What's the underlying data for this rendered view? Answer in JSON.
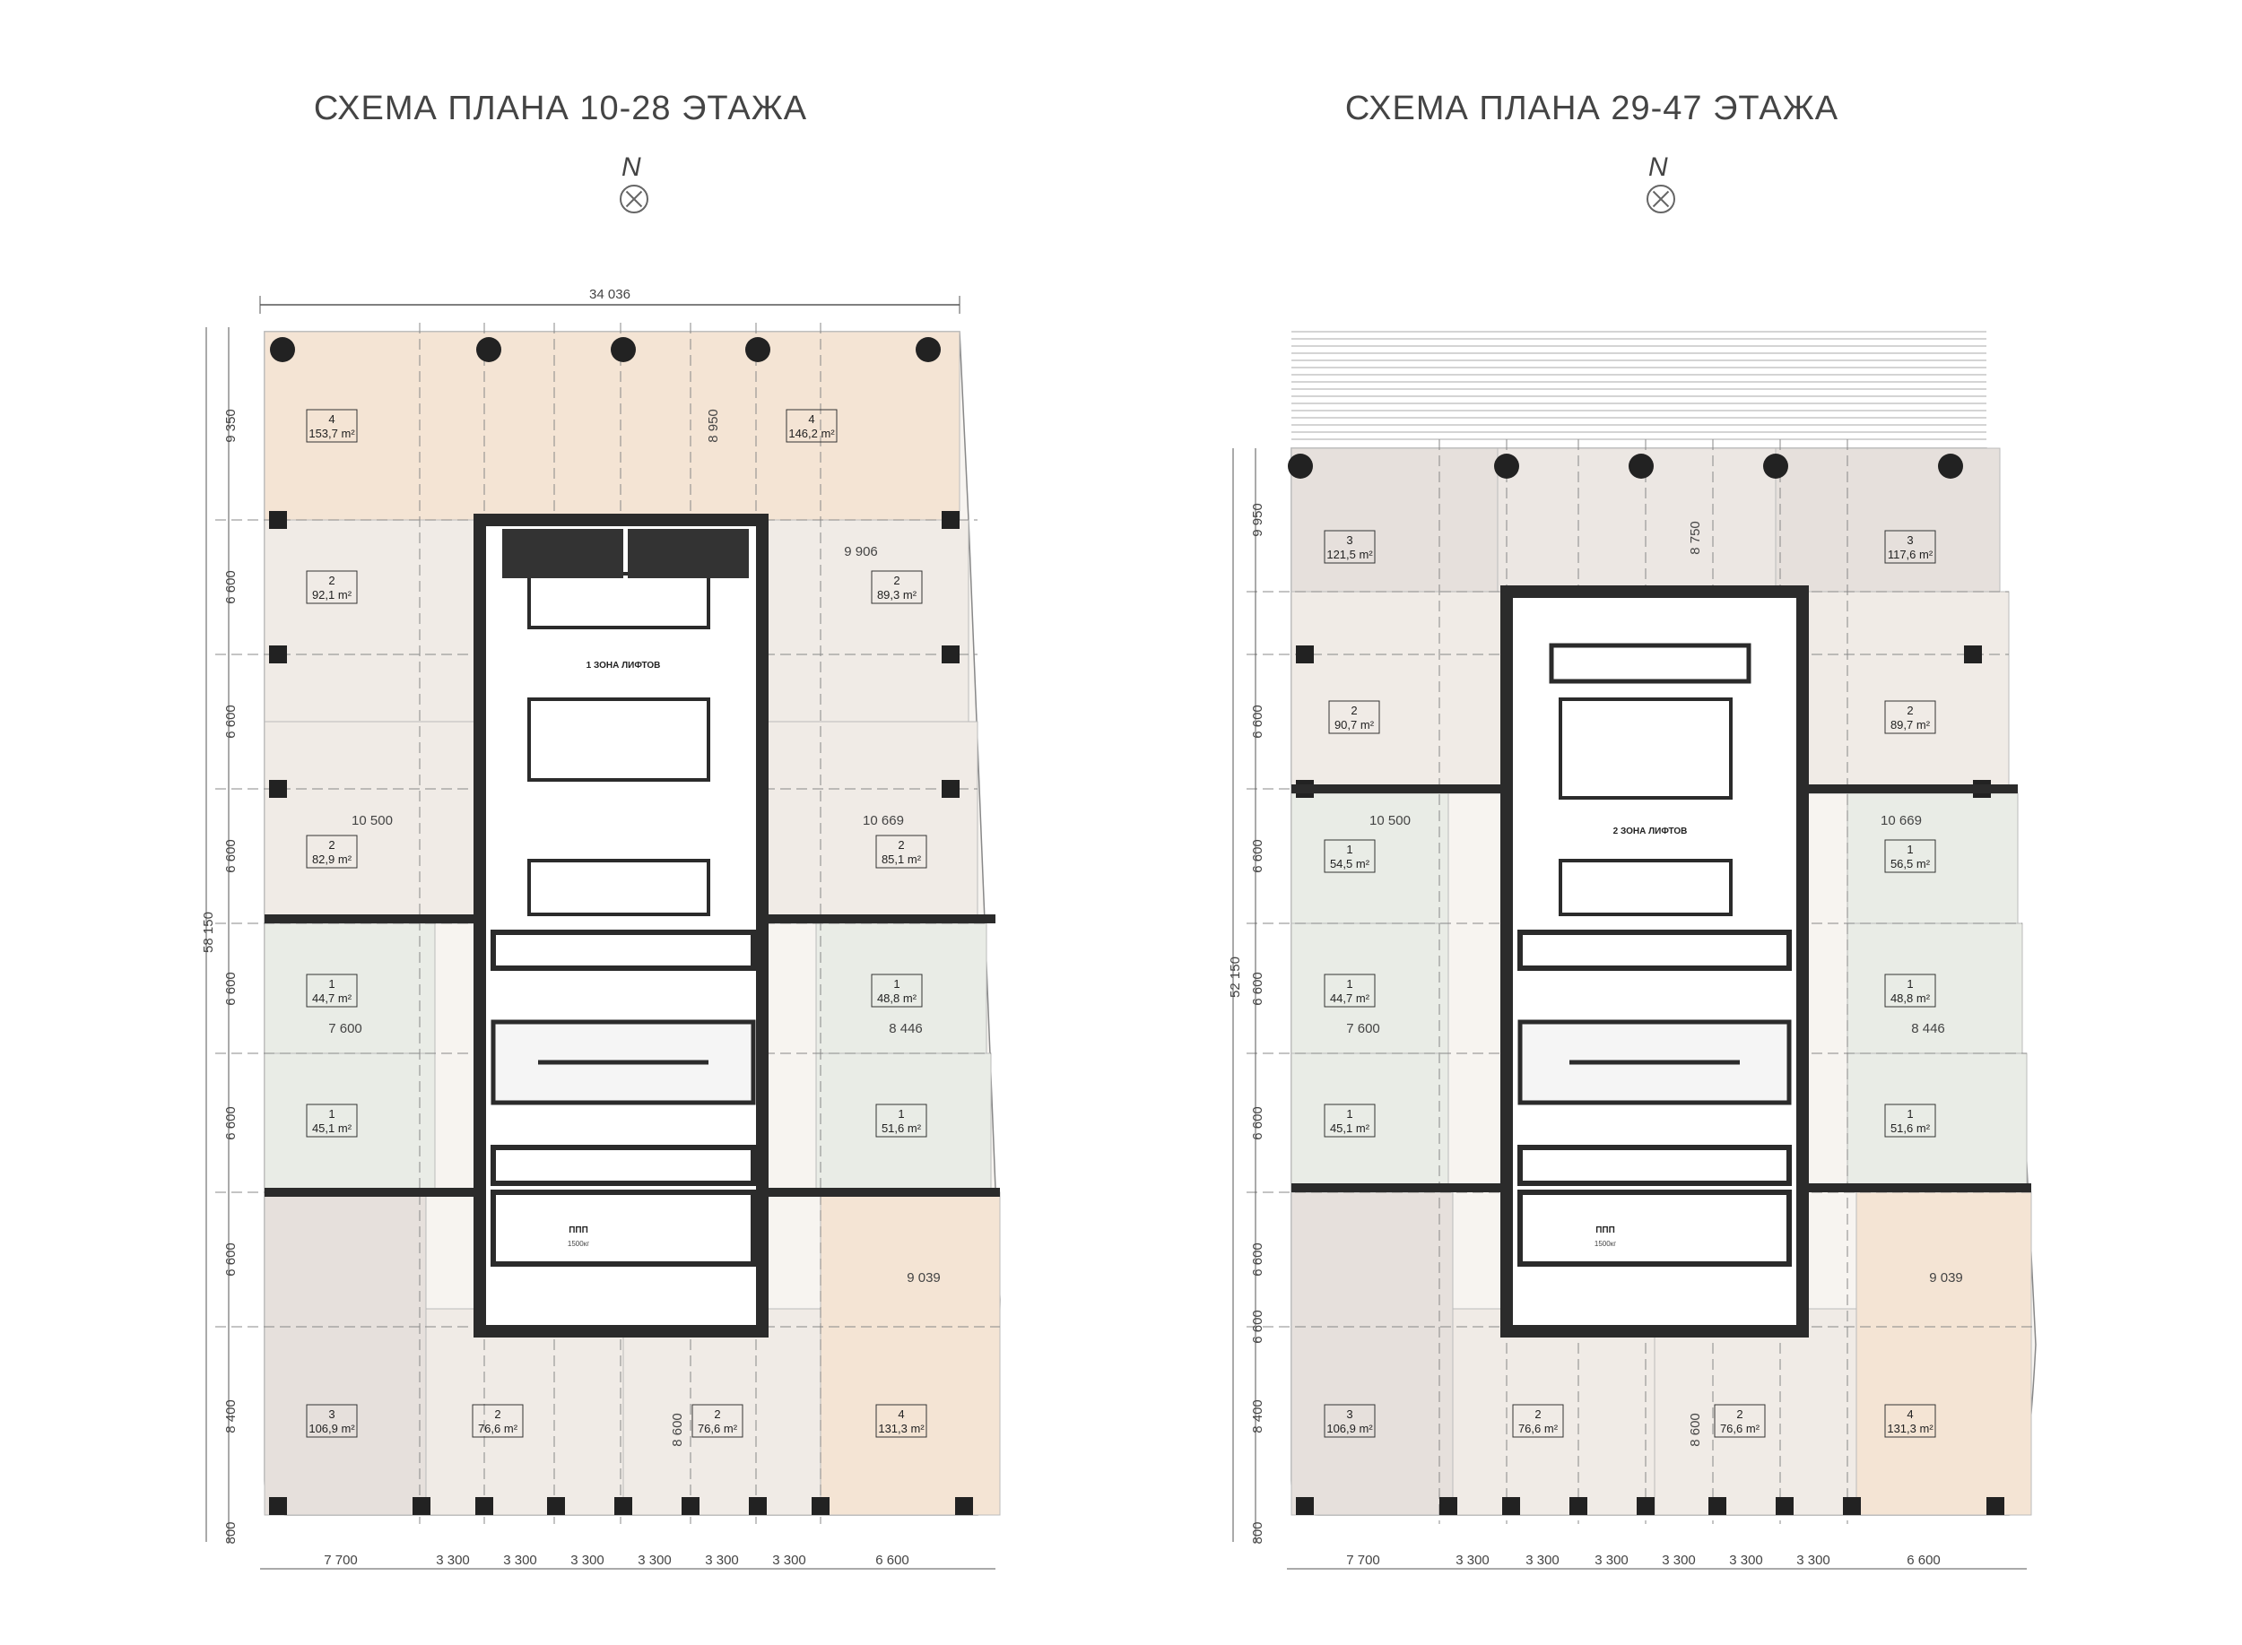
{
  "plans": [
    {
      "title": "СХЕМА ПЛАНА 10-28 ЭТАЖА",
      "north": "N",
      "width_dim": "34 036",
      "height_dim": "58 150",
      "left_dims": [
        "9 350",
        "6 600",
        "6 600",
        "6 600",
        "6 600",
        "6 600",
        "6 600",
        "8 400",
        "800"
      ],
      "bottom_dims": [
        "7 700",
        "3 300",
        "3 300",
        "3 300",
        "3 300",
        "3 300",
        "3 300",
        "6 600"
      ],
      "inner_dims": [
        "8 950",
        "9 906",
        "10 500",
        "10 669",
        "7 600",
        "8 446",
        "9 039",
        "8 600"
      ],
      "core_zone_label": "1 ЗОНА ЛИФТОВ",
      "fire_label": "ППП",
      "fire_sub": "1500кг",
      "units": [
        {
          "rooms": "4",
          "area": "153,7 m²"
        },
        {
          "rooms": "4",
          "area": "146,2 m²"
        },
        {
          "rooms": "2",
          "area": "92,1 m²"
        },
        {
          "rooms": "2",
          "area": "89,3 m²"
        },
        {
          "rooms": "2",
          "area": "82,9 m²"
        },
        {
          "rooms": "2",
          "area": "85,1 m²"
        },
        {
          "rooms": "1",
          "area": "44,7 m²"
        },
        {
          "rooms": "1",
          "area": "48,8 m²"
        },
        {
          "rooms": "1",
          "area": "45,1 m²"
        },
        {
          "rooms": "1",
          "area": "51,6 m²"
        },
        {
          "rooms": "3",
          "area": "106,9 m²"
        },
        {
          "rooms": "2",
          "area": "76,6 m²"
        },
        {
          "rooms": "2",
          "area": "76,6 m²"
        },
        {
          "rooms": "4",
          "area": "131,3 m²"
        }
      ]
    },
    {
      "title": "СХЕМА ПЛАНА 29-47 ЭТАЖА",
      "north": "N",
      "width_dim": "",
      "height_dim": "52 150",
      "left_dims": [
        "9 950",
        "6 600",
        "6 600",
        "6 600",
        "6 600",
        "6 600",
        "6 600",
        "8 400",
        "800"
      ],
      "bottom_dims": [
        "7 700",
        "3 300",
        "3 300",
        "3 300",
        "3 300",
        "3 300",
        "3 300",
        "6 600"
      ],
      "inner_dims": [
        "8 750",
        "10 500",
        "10 669",
        "7 600",
        "8 446",
        "9 039",
        "8 600"
      ],
      "core_zone_label": "2 ЗОНА ЛИФТОВ",
      "fire_label": "ППП",
      "fire_sub": "1500кг",
      "units": [
        {
          "rooms": "3",
          "area": "121,5 m²"
        },
        {
          "rooms": "3",
          "area": "117,6 m²"
        },
        {
          "rooms": "2",
          "area": "90,7 m²"
        },
        {
          "rooms": "2",
          "area": "89,7 m²"
        },
        {
          "rooms": "1",
          "area": "54,5 m²"
        },
        {
          "rooms": "1",
          "area": "56,5 m²"
        },
        {
          "rooms": "1",
          "area": "44,7 m²"
        },
        {
          "rooms": "1",
          "area": "48,8 m²"
        },
        {
          "rooms": "1",
          "area": "45,1 m²"
        },
        {
          "rooms": "1",
          "area": "51,6 m²"
        },
        {
          "rooms": "3",
          "area": "106,9 m²"
        },
        {
          "rooms": "2",
          "area": "76,6 m²"
        },
        {
          "rooms": "2",
          "area": "76,6 m²"
        },
        {
          "rooms": "4",
          "area": "131,3 m²"
        }
      ]
    }
  ],
  "colors": {
    "unit_4": "#f4e4d4",
    "unit_3": "#e6e0dc",
    "unit_2": "#f0ebe6",
    "unit_1": "#e9ece6",
    "wall": "#2b2b2b",
    "column": "#222222"
  }
}
